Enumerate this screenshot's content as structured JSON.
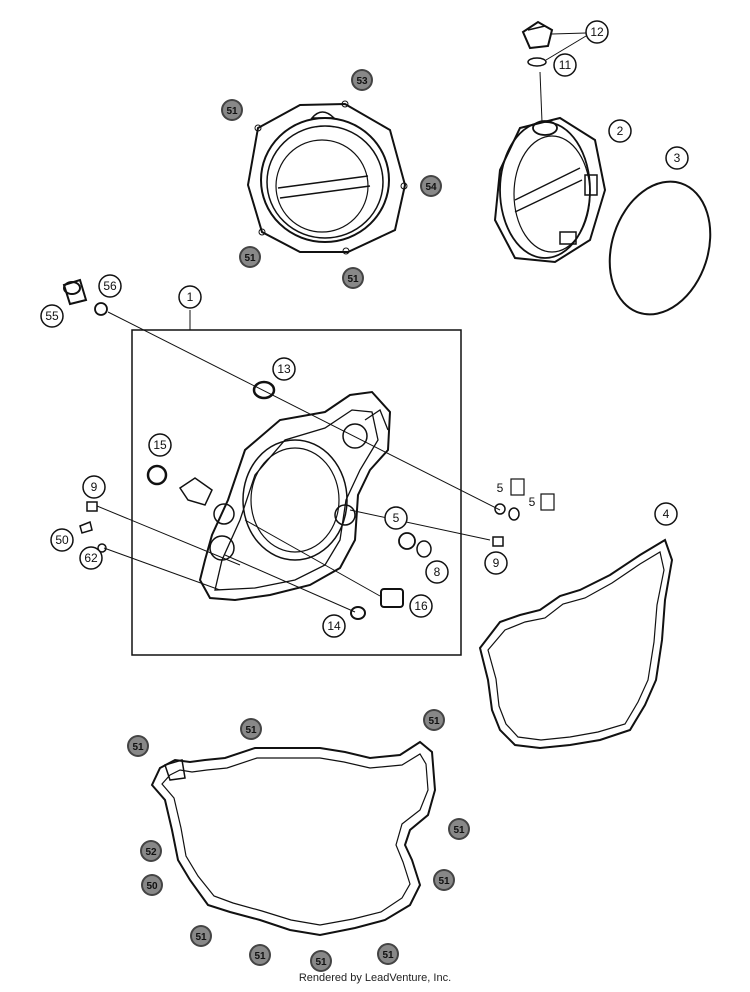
{
  "footer_text": "Rendered by LeadVenture, Inc.",
  "callouts_white": [
    "12",
    "11",
    "2",
    "3",
    "1",
    "13",
    "15",
    "9",
    "5",
    "5",
    "9",
    "8",
    "16",
    "14",
    "4",
    "50",
    "62",
    "56",
    "55"
  ],
  "callouts_dark": [
    "53",
    "51",
    "54",
    "51",
    "51",
    "51",
    "51",
    "51",
    "51",
    "51",
    "51",
    "51",
    "51",
    "51",
    "51",
    "52",
    "50"
  ]
}
